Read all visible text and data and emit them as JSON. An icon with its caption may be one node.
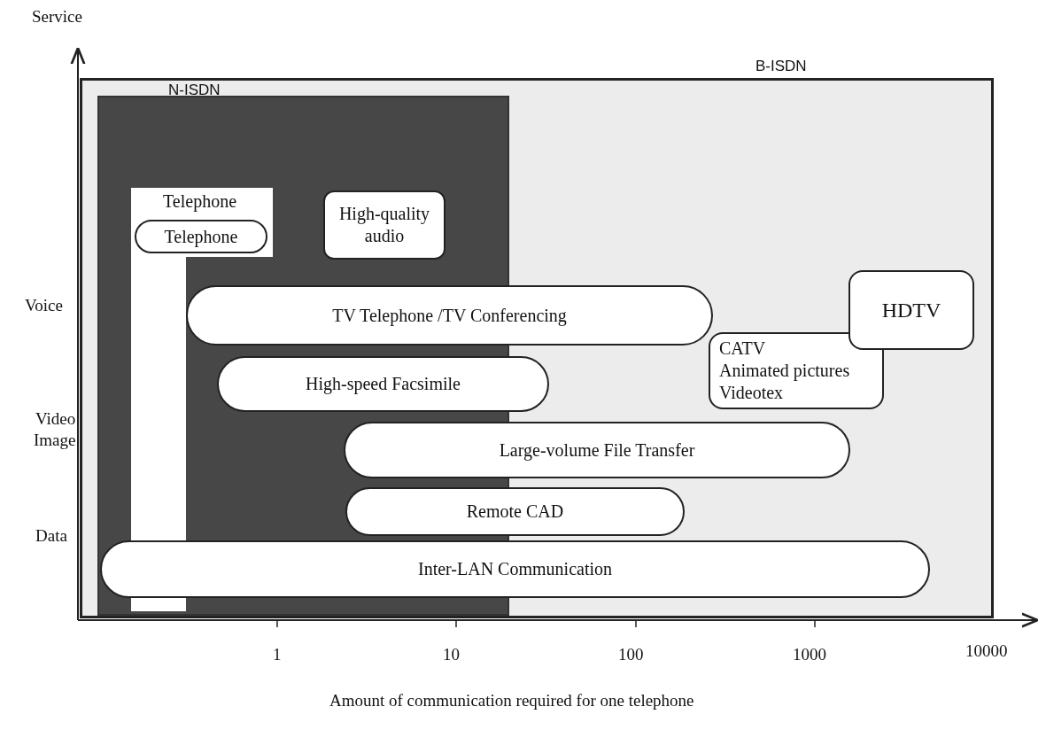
{
  "diagram": {
    "nodes": [
      {
        "text": [
          "B-ISDN"
        ]
      },
      {
        "text": [
          "N-ISDN"
        ],
        "in": 0
      },
      {
        "text": [
          "Telephone"
        ],
        "in": 1
      },
      {
        "text": [
          "Telephone"
        ],
        "in": 2
      },
      {
        "text": [
          "High-quality audio"
        ],
        "in": 1
      },
      {
        "text": [
          "HDTV"
        ],
        "in": 0
      },
      {
        "text": [
          "TV Telephone /TV Conferencing"
        ],
        "in": 0
      },
      {
        "text": [
          "CATV",
          "Animated pictures",
          "Videotex"
        ],
        "in": 0
      },
      {
        "text": [
          "High-speed Facsimile"
        ],
        "in": 0
      },
      {
        "text": [
          "Large-volume File Transfer"
        ],
        "in": 0
      },
      {
        "text": [
          "Remote CAD"
        ],
        "in": 0
      },
      {
        "text": [
          "Inter-LAN Communication"
        ],
        "in": 0
      }
    ],
    "edges": [],
    "labels": [
      "Service",
      "Voice",
      "Video",
      "Image",
      "Data",
      "1",
      "10",
      "100",
      "1000",
      "10000",
      "Amount of communication required for one telephone"
    ]
  }
}
